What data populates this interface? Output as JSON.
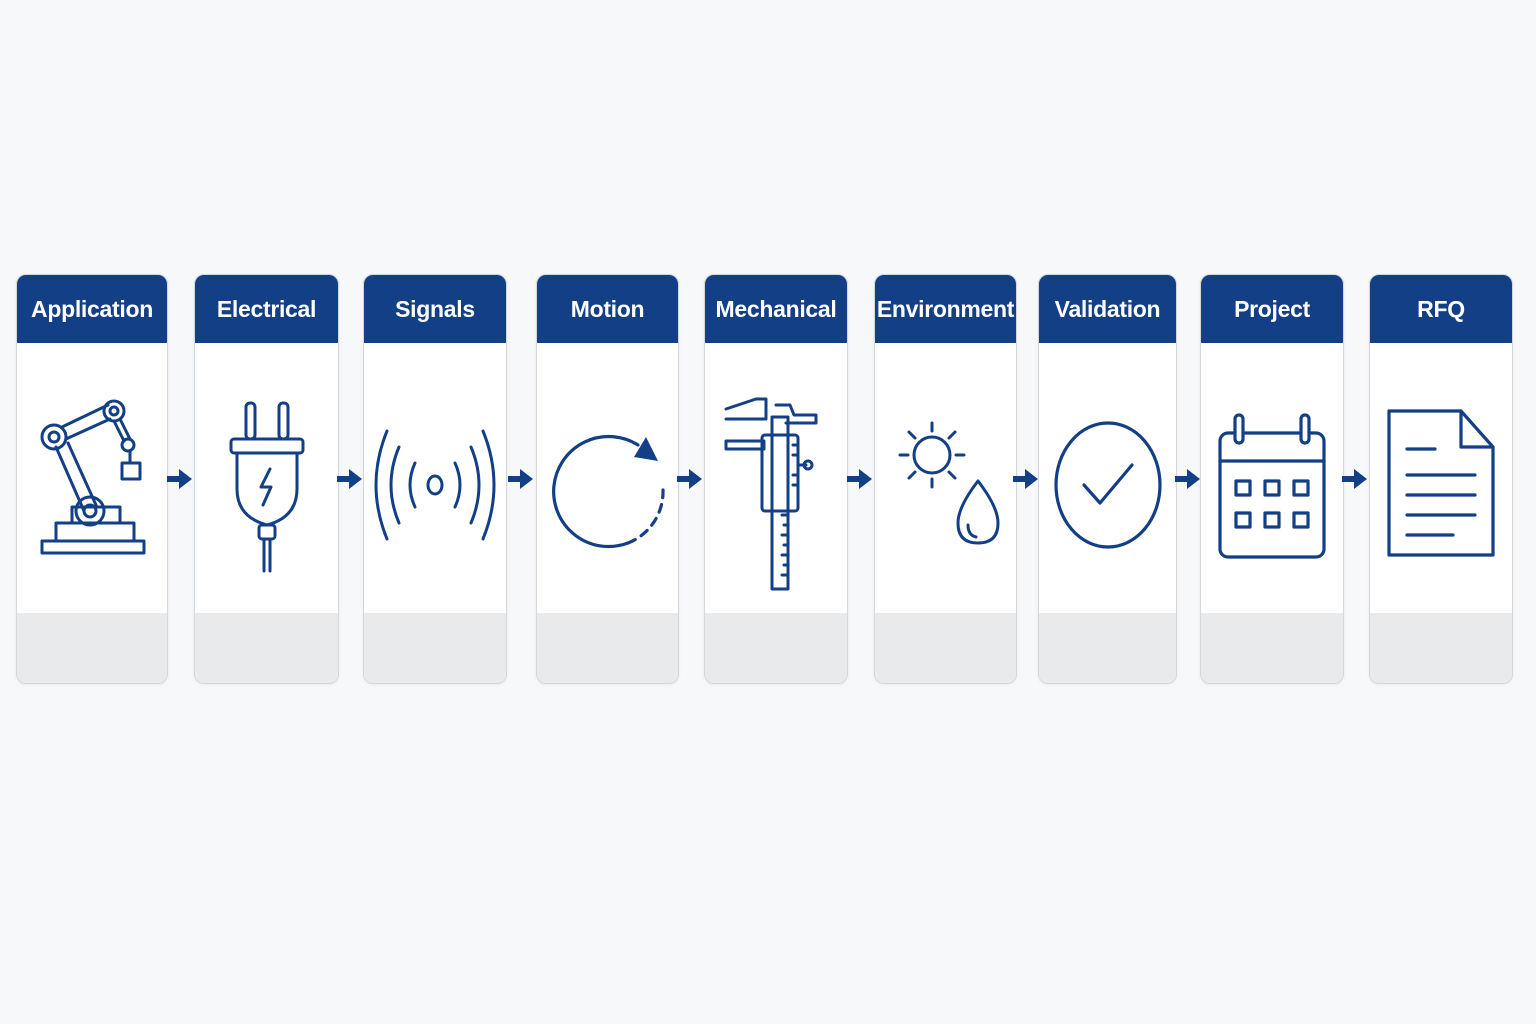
{
  "theme": {
    "accent": "#123f85",
    "card_background": "#ffffff",
    "footer_background": "#e9eaec",
    "page_background": "#f7f8fa"
  },
  "steps": [
    {
      "label": "Application",
      "icon": "robot-arm-icon"
    },
    {
      "label": "Electrical",
      "icon": "power-plug-icon"
    },
    {
      "label": "Signals",
      "icon": "signal-waves-icon"
    },
    {
      "label": "Motion",
      "icon": "rotation-arrow-icon"
    },
    {
      "label": "Mechanical",
      "icon": "caliper-icon"
    },
    {
      "label": "Environment",
      "icon": "sun-and-droplet-icon"
    },
    {
      "label": "Validation",
      "icon": "checkmark-circle-icon"
    },
    {
      "label": "Project",
      "icon": "calendar-icon"
    },
    {
      "label": "RFQ",
      "icon": "document-icon"
    }
  ]
}
